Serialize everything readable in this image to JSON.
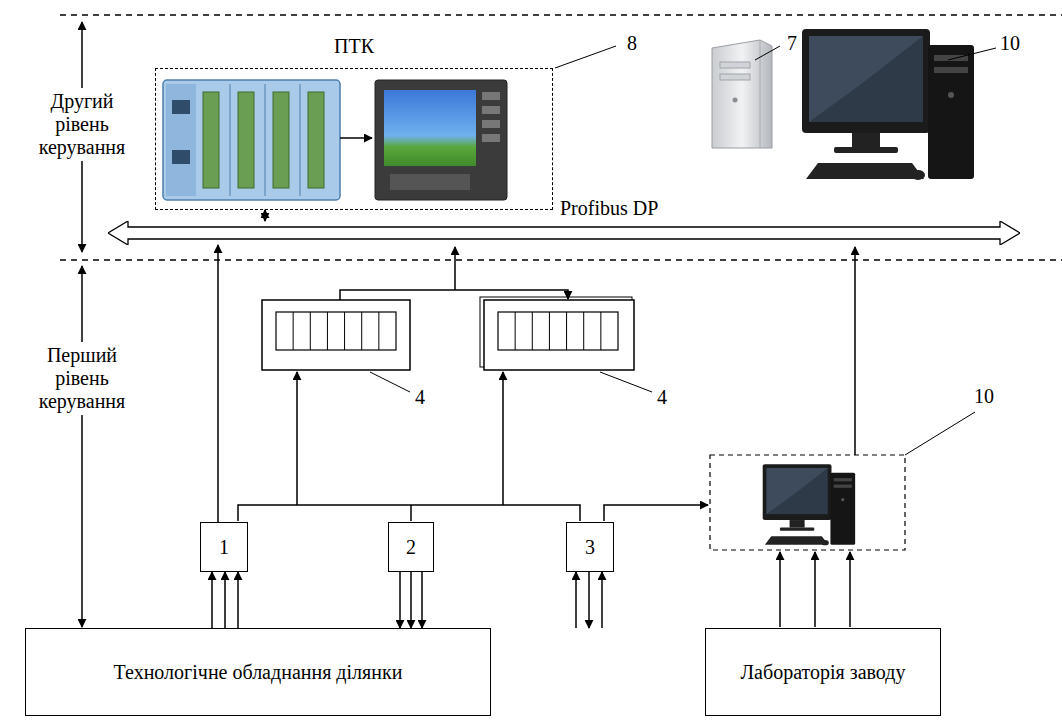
{
  "diagram": {
    "nodes": [
      {
        "text": [
          "ПТК"
        ]
      },
      {
        "text": [
          "Profibus DP"
        ]
      },
      {
        "text": [
          "1"
        ]
      },
      {
        "text": [
          "2"
        ]
      },
      {
        "text": [
          "3"
        ]
      },
      {
        "text": [
          "Технологічне обладнання ділянки"
        ]
      },
      {
        "text": [
          "Лабораторія заводу"
        ]
      }
    ],
    "edges": [
      {
        "from": 2,
        "to": 1,
        "arrow": "to"
      },
      {
        "from": 0,
        "to": 1,
        "arrow": "both"
      },
      {
        "from": 5,
        "to": 2,
        "arrow": "to"
      },
      {
        "from": 5,
        "to": 2,
        "arrow": "to"
      },
      {
        "from": 5,
        "to": 2,
        "arrow": "to"
      },
      {
        "from": 3,
        "to": 5,
        "arrow": "to"
      },
      {
        "from": 3,
        "to": 5,
        "arrow": "to"
      },
      {
        "from": 3,
        "to": 5,
        "arrow": "to"
      },
      {
        "from": 5,
        "to": 4,
        "arrow": "to"
      },
      {
        "from": 4,
        "to": 5,
        "arrow": "to"
      },
      {
        "from": 5,
        "to": 4,
        "arrow": "to"
      }
    ],
    "labels": [
      "Другий рівень керування",
      "Перший рівень керування",
      "8",
      "7",
      "10",
      "4",
      "4",
      "10"
    ]
  }
}
